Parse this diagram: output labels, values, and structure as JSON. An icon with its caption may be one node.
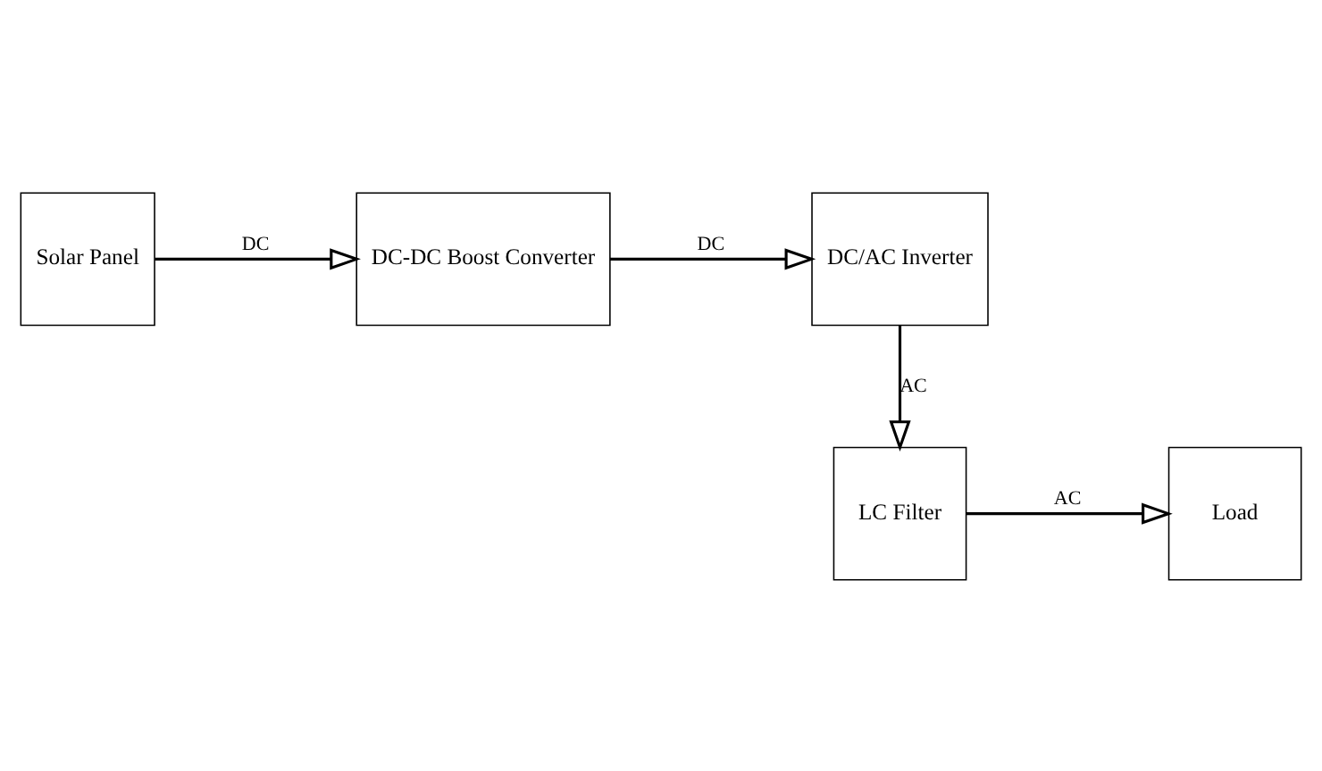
{
  "diagram": {
    "nodes": [
      {
        "text": [
          "Solar Panel"
        ]
      },
      {
        "text": [
          "DC-DC Boost Converter"
        ]
      },
      {
        "text": [
          "DC/AC Inverter"
        ]
      },
      {
        "text": [
          "LC Filter"
        ]
      },
      {
        "text": [
          "Load"
        ]
      }
    ],
    "edges": [
      {
        "from": 0,
        "to": 1,
        "arrow": "to",
        "label": "DC"
      },
      {
        "from": 1,
        "to": 2,
        "arrow": "to",
        "label": "DC"
      },
      {
        "from": 2,
        "to": 3,
        "arrow": "to",
        "label": "AC"
      },
      {
        "from": 3,
        "to": 4,
        "arrow": "to",
        "label": "AC"
      }
    ]
  }
}
